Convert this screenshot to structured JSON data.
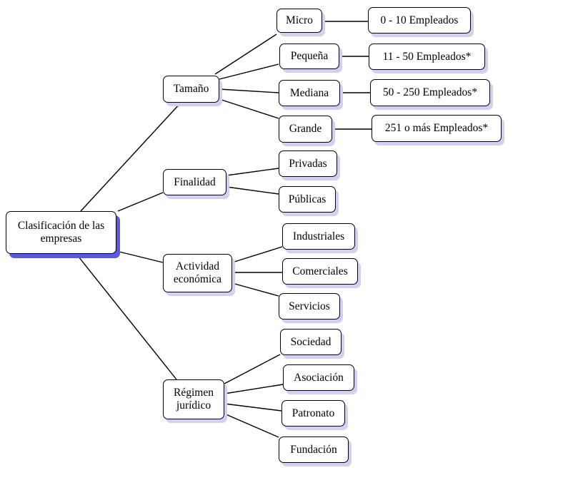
{
  "colors": {
    "line": "#000000",
    "box_border": "#000000",
    "shadow": "#cfd0f4",
    "root_shadow": "#5a5ae0"
  },
  "root": {
    "label": "Clasificación de las\nempresas"
  },
  "categories": [
    {
      "label": "Tamaño",
      "items": [
        {
          "label": "Micro",
          "detail": "0 - 10 Empleados"
        },
        {
          "label": "Pequeña",
          "detail": "11 - 50 Empleados*"
        },
        {
          "label": "Mediana",
          "detail": "50 - 250 Empleados*"
        },
        {
          "label": "Grande",
          "detail": "251 o más Empleados*"
        }
      ]
    },
    {
      "label": "Finalidad",
      "items": [
        {
          "label": "Privadas"
        },
        {
          "label": "Públicas"
        }
      ]
    },
    {
      "label": "Actividad\neconómica",
      "items": [
        {
          "label": "Industriales"
        },
        {
          "label": "Comerciales"
        },
        {
          "label": "Servicios"
        }
      ]
    },
    {
      "label": "Régimen\njurídico",
      "items": [
        {
          "label": "Sociedad"
        },
        {
          "label": "Asociación"
        },
        {
          "label": "Patronato"
        },
        {
          "label": "Fundación"
        }
      ]
    }
  ]
}
